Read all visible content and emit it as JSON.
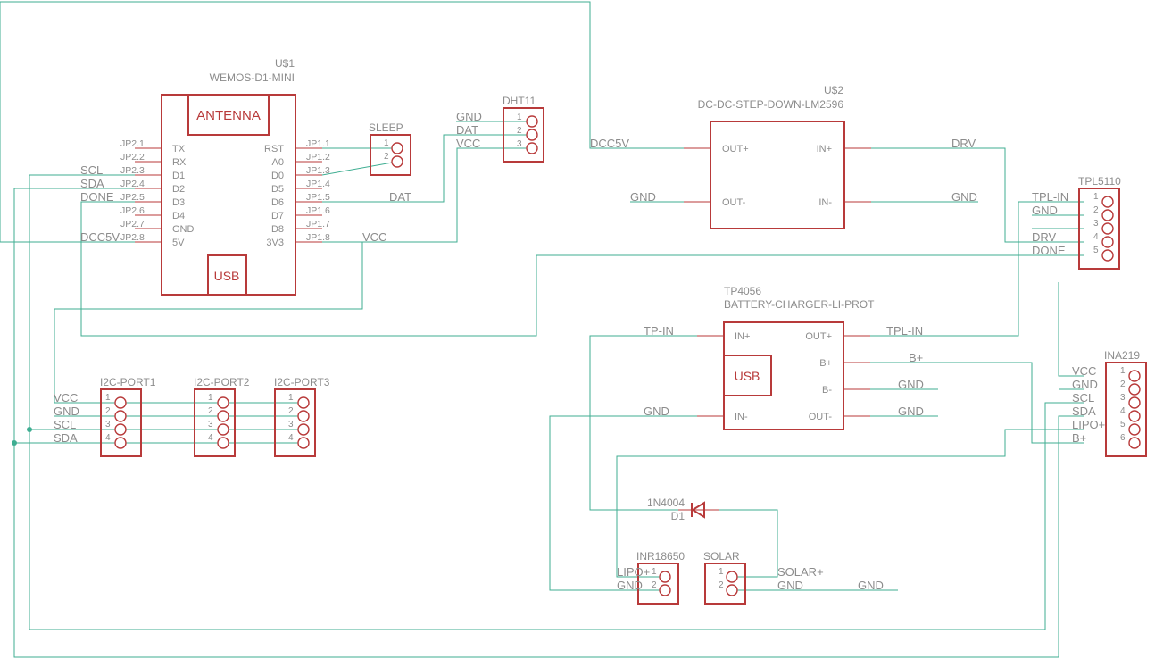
{
  "colors": {
    "wire": "#3fae92",
    "part": "#b83a3a",
    "label": "#8c8c8c",
    "background": "#ffffff"
  },
  "wemos": {
    "ref": "U$1",
    "value": "WEMOS-D1-MINI",
    "antenna": "ANTENNA",
    "usb": "USB",
    "left_pins": [
      "TX",
      "RX",
      "D1",
      "D2",
      "D3",
      "D4",
      "GND",
      "5V"
    ],
    "right_pins": [
      "RST",
      "A0",
      "D0",
      "D5",
      "D6",
      "D7",
      "D8",
      "3V3"
    ],
    "left_pads": [
      "JP2.1",
      "JP2.2",
      "JP2.3",
      "JP2.4",
      "JP2.5",
      "JP2.6",
      "JP2.7",
      "JP2.8"
    ],
    "right_pads": [
      "JP1.1",
      "JP1.2",
      "JP1.3",
      "JP1.4",
      "JP1.5",
      "JP1.6",
      "JP1.7",
      "JP1.8"
    ],
    "left_nets": [
      "SCL",
      "SDA",
      "DONE",
      "DCC5V"
    ],
    "right_nets": [
      "DAT",
      "VCC"
    ]
  },
  "sleep": {
    "name": "SLEEP",
    "pins": [
      "1",
      "2"
    ]
  },
  "dht11": {
    "name": "DHT11",
    "pins": [
      "1",
      "2",
      "3"
    ],
    "nets": [
      "GND",
      "DAT",
      "VCC"
    ]
  },
  "stepdown": {
    "ref": "U$2",
    "value": "DC-DC-STEP-DOWN-LM2596",
    "pins": {
      "out_plus": "OUT+",
      "out_minus": "OUT-",
      "in_plus": "IN+",
      "in_minus": "IN-"
    },
    "nets": {
      "out_plus": "DCC5V",
      "out_minus": "GND",
      "in_plus": "DRV",
      "in_minus": "GND"
    }
  },
  "tpl5110": {
    "name": "TPL5110",
    "pins": [
      "1",
      "2",
      "3",
      "4",
      "5"
    ],
    "nets": [
      "TPL-IN",
      "GND",
      "",
      "DRV",
      "DONE"
    ]
  },
  "tp4056": {
    "name": "TP4056",
    "value": "BATTERY-CHARGER-LI-PROT",
    "usb": "USB",
    "left_pins": [
      "IN+",
      "IN-"
    ],
    "right_pins": [
      "OUT+",
      "B+",
      "B-",
      "OUT-"
    ],
    "left_nets": [
      "TP-IN",
      "GND"
    ],
    "right_nets": [
      "TPL-IN",
      "B+",
      "GND",
      "GND"
    ]
  },
  "ina219": {
    "name": "INA219",
    "pins": [
      "1",
      "2",
      "3",
      "4",
      "5",
      "6"
    ],
    "nets": [
      "VCC",
      "GND",
      "SCL",
      "SDA",
      "LIPO+",
      "B+"
    ]
  },
  "i2c": {
    "ports": [
      "I2C-PORT1",
      "I2C-PORT2",
      "I2C-PORT3"
    ],
    "pins": [
      "1",
      "2",
      "3",
      "4"
    ],
    "nets": [
      "VCC",
      "GND",
      "SCL",
      "SDA"
    ]
  },
  "diode": {
    "value": "1N4004",
    "ref": "D1"
  },
  "battery": {
    "name": "INR18650",
    "pins": [
      "1",
      "2"
    ],
    "nets": [
      "LIPO+",
      "GND"
    ]
  },
  "solar": {
    "name": "SOLAR",
    "pins": [
      "1",
      "2"
    ],
    "nets": [
      "SOLAR+",
      "GND"
    ],
    "gnd_net": "GND"
  }
}
